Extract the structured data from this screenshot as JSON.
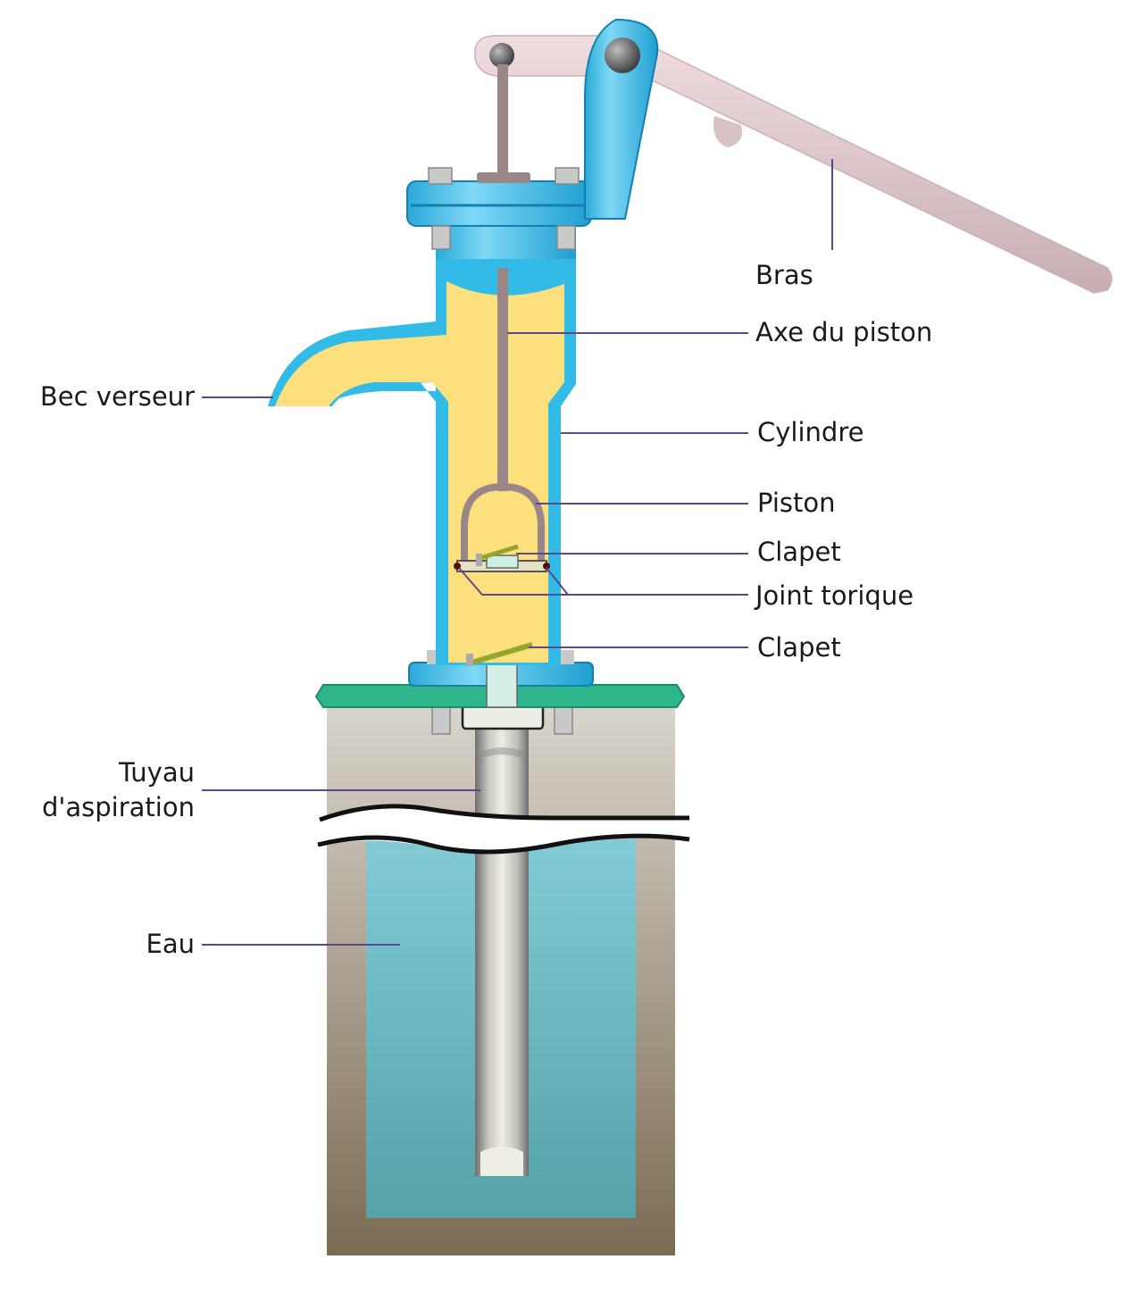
{
  "labels": {
    "bras": "Bras",
    "axe": "Axe du piston",
    "bec": "Bec verseur",
    "cylindre": "Cylindre",
    "piston": "Piston",
    "clapet1": "Clapet",
    "joint": "Joint torique",
    "clapet2": "Clapet",
    "tuyau1": "Tuyau",
    "tuyau2": "d'aspiration",
    "eau": "Eau"
  },
  "colors": {
    "pump_body": "#33bbe8",
    "pump_inner": "#fde07e",
    "handle": "#e0c8cc",
    "rod": "#9a8686",
    "base_plate": "#2fb58a",
    "ground_top": "#d6d2ca",
    "ground_bottom": "#7d6c55",
    "water_top": "#7fc9d5",
    "water_bottom": "#58a4ab",
    "pipe": "#d8d6cc",
    "leader_line": "#5a4a8a"
  }
}
